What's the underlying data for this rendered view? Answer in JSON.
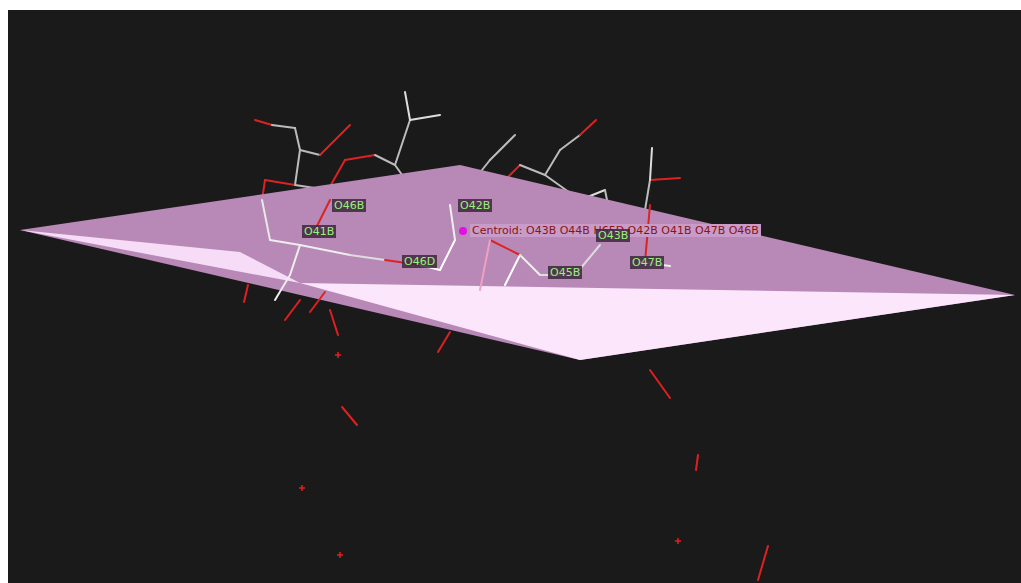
{
  "diagram": {
    "labels": [
      "O46B",
      "O42B",
      "O41B",
      "Centroid: O43B O44B H65D O42B O41B O47B O46B",
      "O46D",
      "O43B",
      "O45B",
      "O47B"
    ]
  }
}
